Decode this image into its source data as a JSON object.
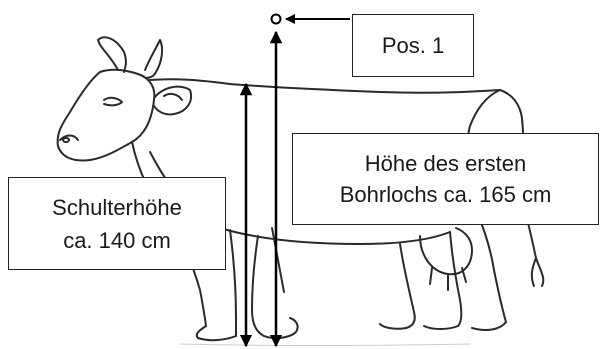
{
  "diagram": {
    "labels": {
      "position": "Pos. 1",
      "bore_height_line1": "Höhe des ersten",
      "bore_height_line2": "Bohrlochs ca. 165 cm",
      "shoulder_height_line1": "Schulterhöhe",
      "shoulder_height_line2": "ca. 140 cm"
    },
    "colors": {
      "outline": "#222222",
      "arrow": "#000000",
      "background": "#ffffff"
    }
  }
}
